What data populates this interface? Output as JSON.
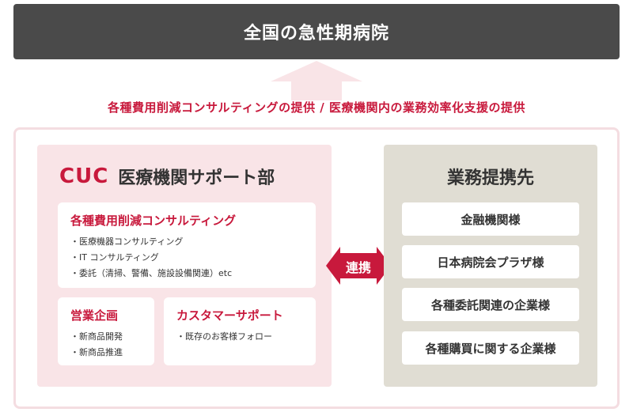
{
  "banner": {
    "title": "全国の急性期病院"
  },
  "services_line": "各種費用削減コンサルティングの提供 / 医療機関内の業務効率化支援の提供",
  "cuc": {
    "logo": "CUC",
    "title": "医療機関サポート部",
    "consulting": {
      "title": "各種費用削減コンサルティング",
      "items": [
        "医療機器コンサルティング",
        "IT コンサルティング",
        "委託（清掃、警備、施設設備関連）etc"
      ]
    },
    "sales": {
      "title": "営業企画",
      "items": [
        "新商品開発",
        "新商品推進"
      ]
    },
    "support": {
      "title": "カスタマーサポート",
      "items": [
        "既存のお客様フォロー"
      ]
    }
  },
  "link_label": "連携",
  "partners": {
    "title": "業務提携先",
    "items": [
      "金融機関様",
      "日本病院会プラザ様",
      "各種委託関連の企業様",
      "各種購買に関する企業様"
    ]
  },
  "colors": {
    "accent": "#c8193c",
    "banner": "#4a4a4a",
    "cuc_panel": "#f9e4e7",
    "partner_panel": "#e0ddd3"
  }
}
